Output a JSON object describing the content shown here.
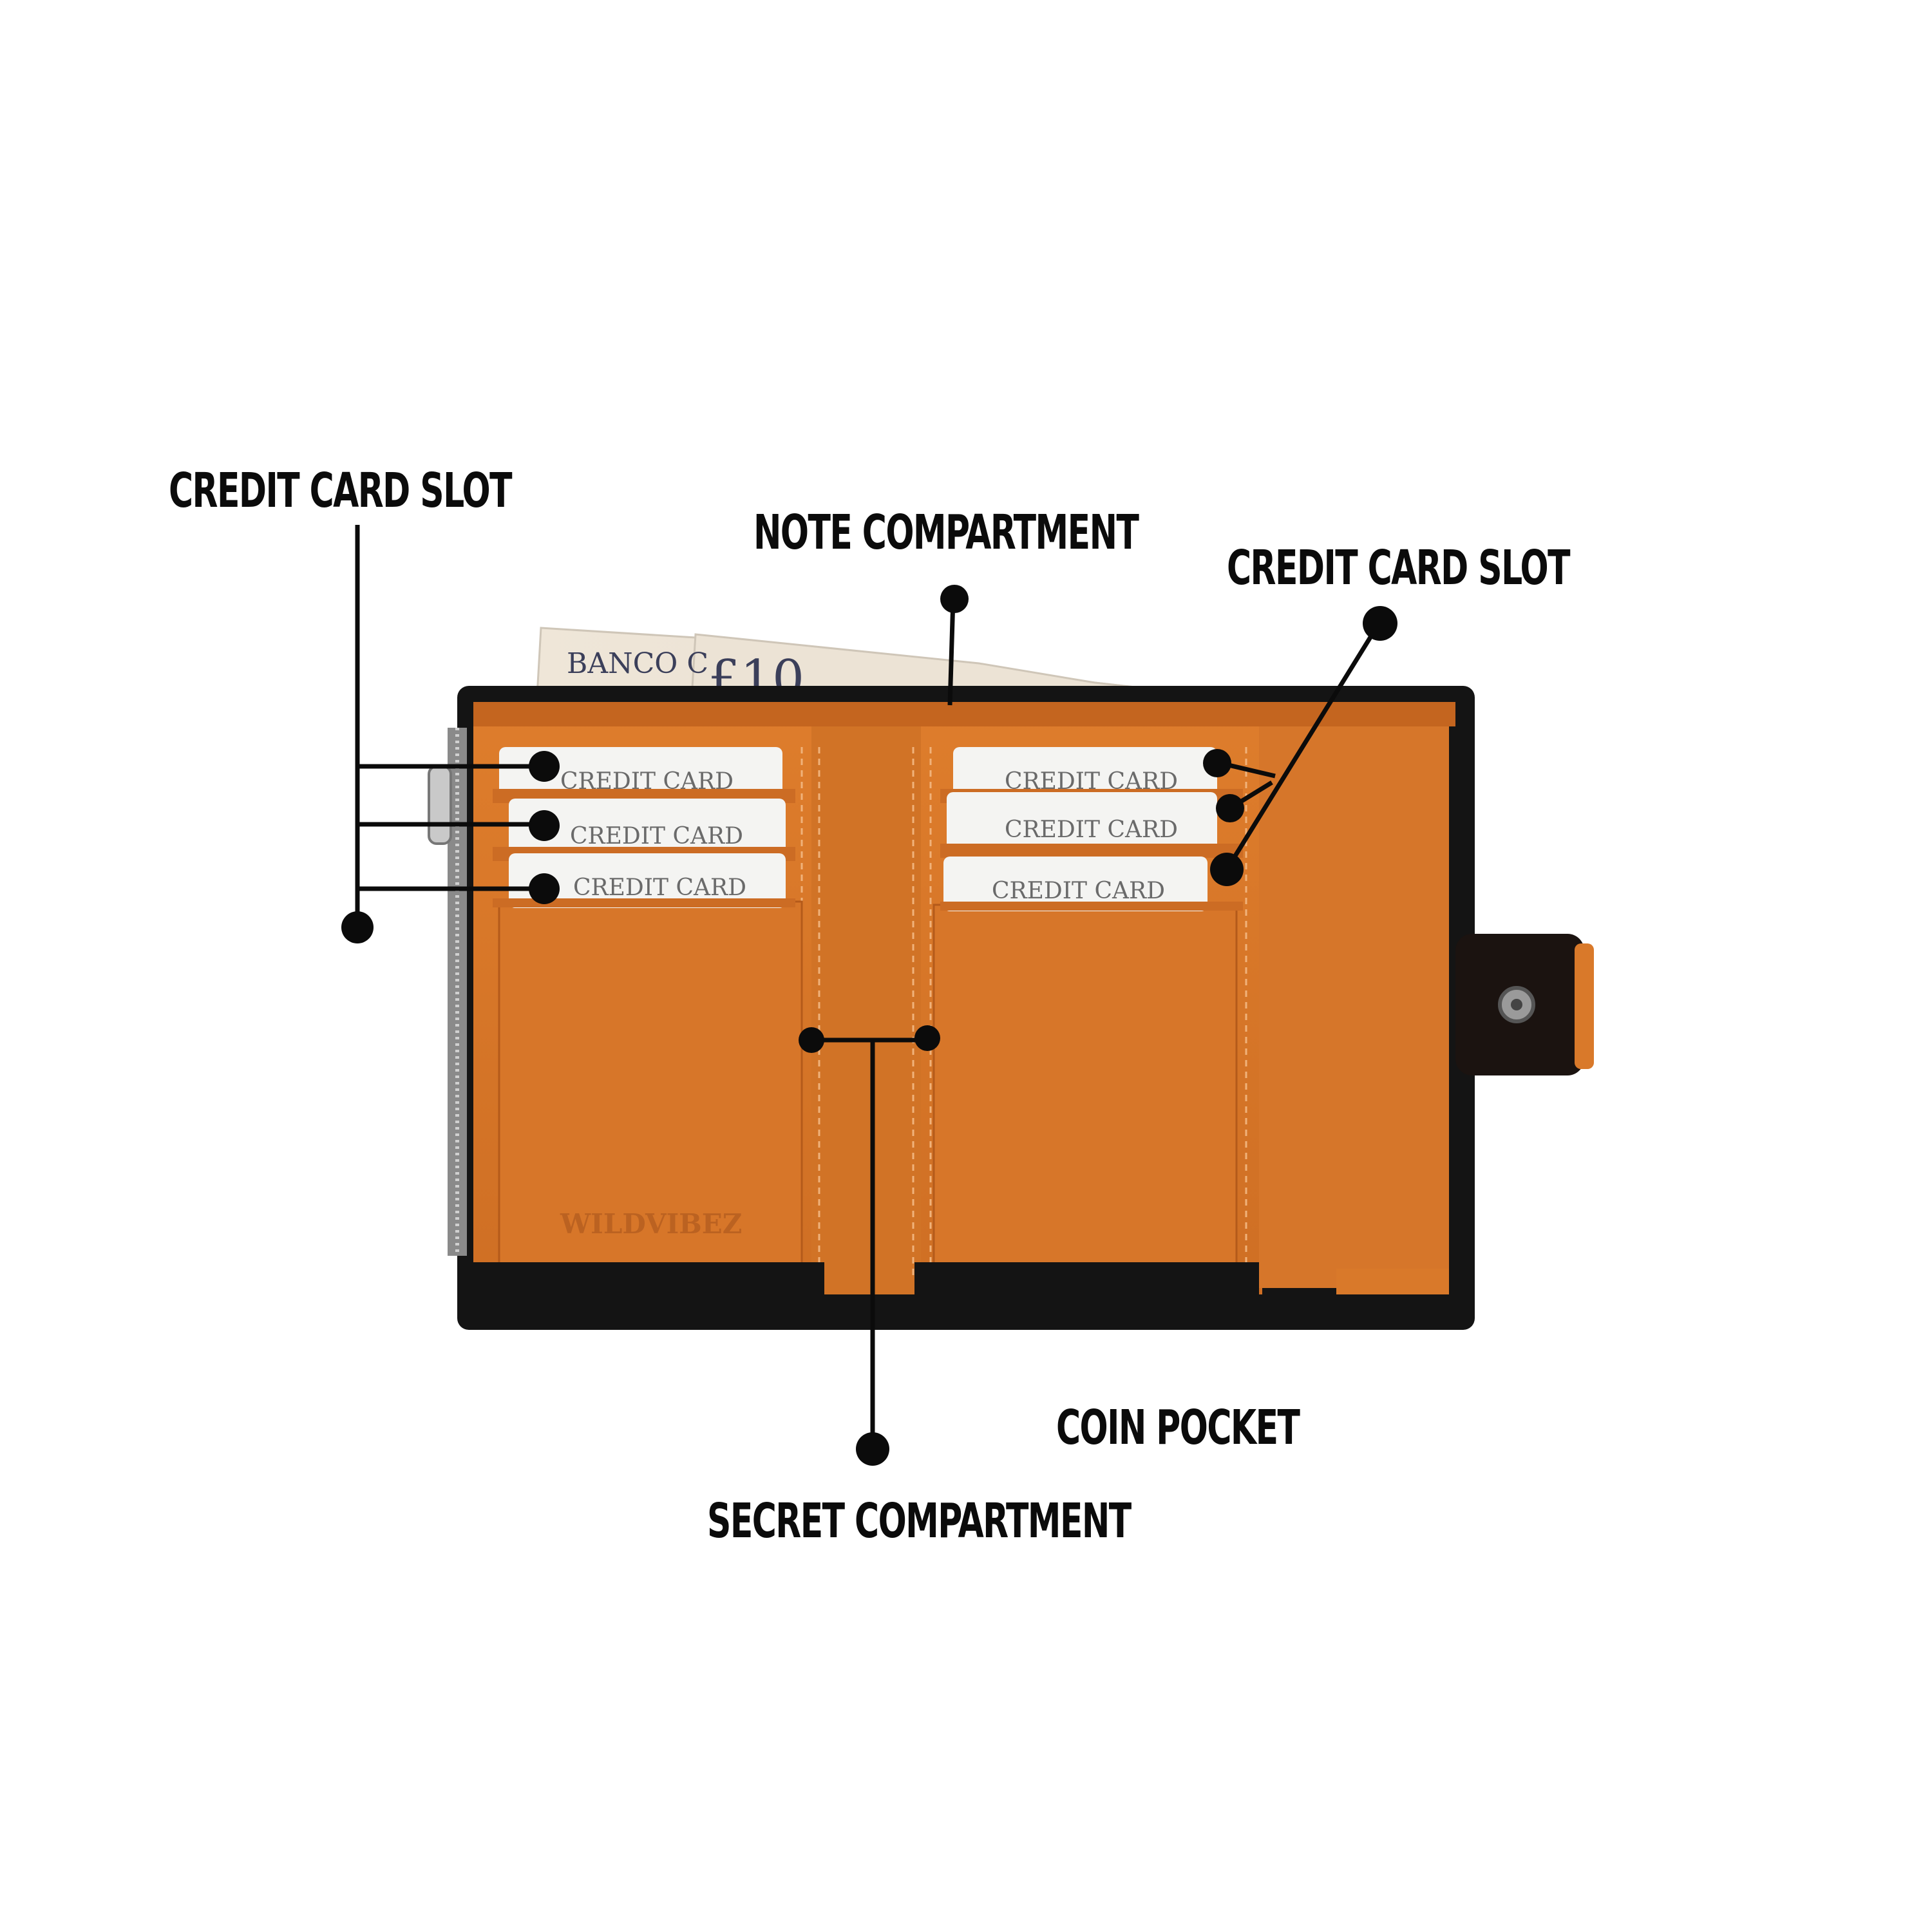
{
  "labels": {
    "credit_card_slot_left": "CREDIT CARD SLOT",
    "note_compartment": "NOTE COMPARTMENT",
    "credit_card_slot_right": "CREDIT CARD SLOT",
    "coin_pocket": "COIN POCKET",
    "secret_compartment": "SECRET COMPARTMENT"
  },
  "wallet": {
    "left_cards": [
      "CREDIT CARD",
      "CREDIT CARD",
      "CREDIT CARD"
    ],
    "right_cards": [
      "CREDIT CARD",
      "CREDIT CARD",
      "CREDIT CARD"
    ],
    "brand": "WILDVIBEZ",
    "banknote_text": [
      "BANCO C",
      "£10"
    ]
  },
  "colors": {
    "leather_outer": "#141414",
    "leather_inner": "#d9792a",
    "leather_inner_shade": "#c96a22",
    "callout": "#0b0b0b",
    "card": "#f4f4f2",
    "background": "#ffffff"
  }
}
